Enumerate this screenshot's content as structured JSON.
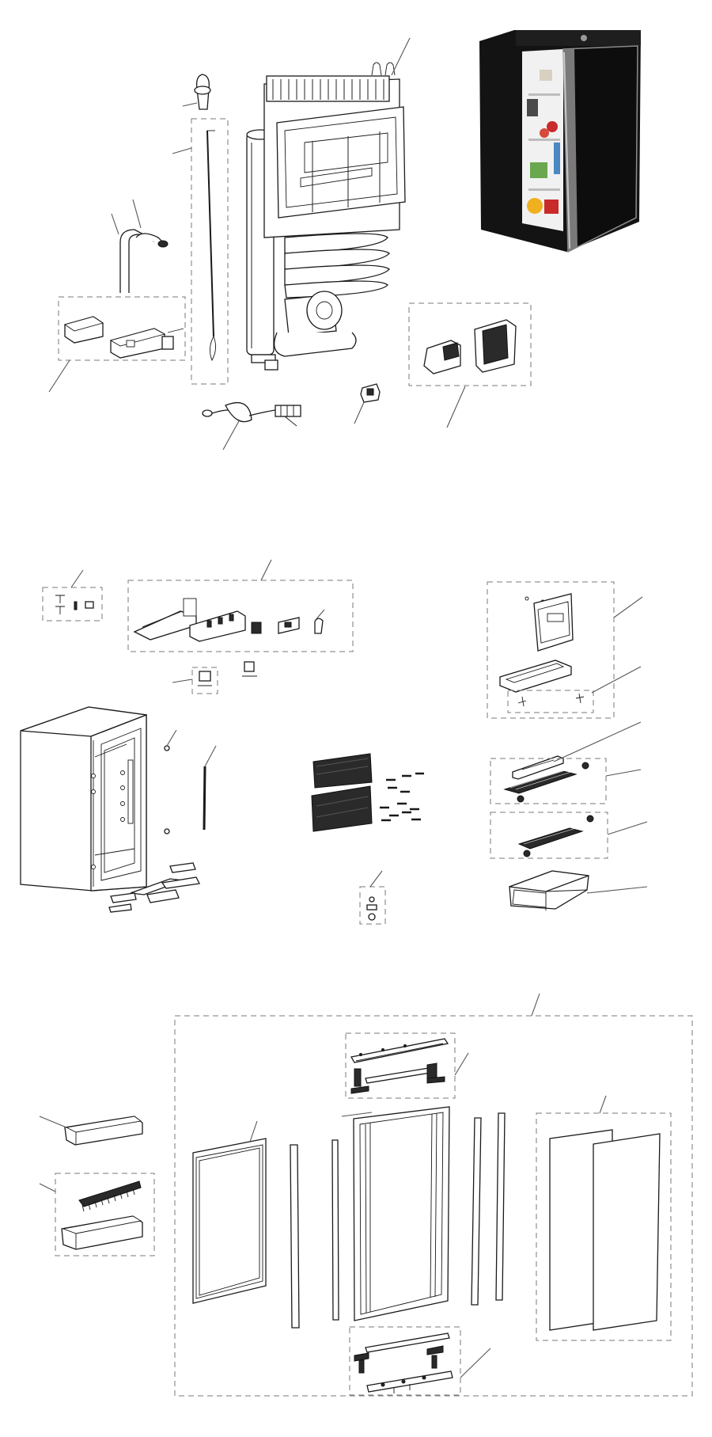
{
  "figure": {
    "title": "",
    "sections": [
      "cooling-unit-and-gas-components",
      "cabinet-and-interior-fittings",
      "door-assembly"
    ]
  },
  "colors": {
    "background": "#ffffff",
    "line": "#1a1a1a",
    "leader": "#555555",
    "dashed_group": "#7a7a7a",
    "fridge_body": "#151515",
    "fridge_trim": "#8c8c8c"
  },
  "photo": {
    "subject": "black-absorption-refrigerator-door-open"
  }
}
